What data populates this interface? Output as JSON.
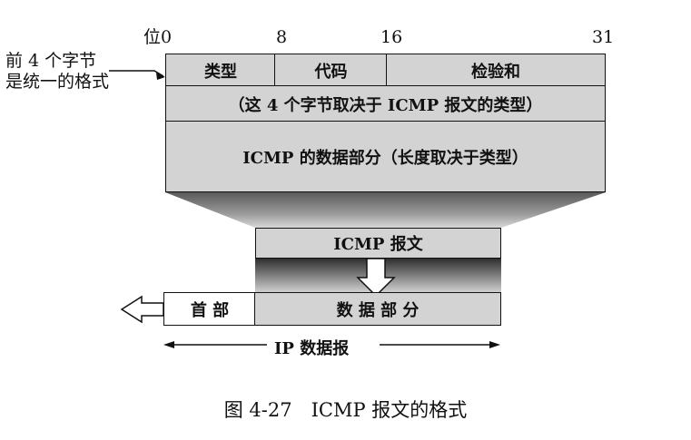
{
  "bit_ruler": {
    "prefix": "位",
    "marks": [
      "0",
      "8",
      "16",
      "31"
    ]
  },
  "side_note": {
    "line1": "前 4 个字节",
    "line2": "是统一的格式"
  },
  "header_fields": {
    "type": "类型",
    "code": "代码",
    "checksum": "检验和"
  },
  "rest_of_header": "（这 4 个字节取决于 ICMP 报文的类型）",
  "data_section": "ICMP 的数据部分（长度取决于类型）",
  "icmp_message": "ICMP 报文",
  "ip_datagram": {
    "header": "首 部",
    "data": "数 据 部 分",
    "label": "IP 数据报"
  },
  "caption": "图 4-27　ICMP 报文的格式"
}
